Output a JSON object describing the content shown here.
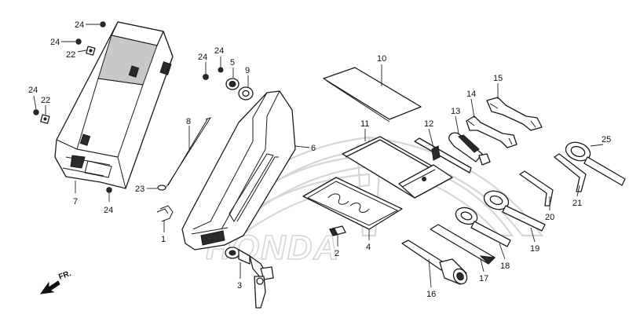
{
  "watermark": {
    "text": "HONDA"
  },
  "direction": {
    "label": "FR."
  },
  "callouts": [
    {
      "id": "c24a",
      "label": "24"
    },
    {
      "id": "c24b",
      "label": "24"
    },
    {
      "id": "c22a",
      "label": "22"
    },
    {
      "id": "c24c",
      "label": "24"
    },
    {
      "id": "c22b",
      "label": "22"
    },
    {
      "id": "c7",
      "label": "7"
    },
    {
      "id": "c24d",
      "label": "24"
    },
    {
      "id": "c24e",
      "label": "24"
    },
    {
      "id": "c24f",
      "label": "24"
    },
    {
      "id": "c5",
      "label": "5"
    },
    {
      "id": "c9",
      "label": "9"
    },
    {
      "id": "c8",
      "label": "8"
    },
    {
      "id": "c23",
      "label": "23"
    },
    {
      "id": "c1",
      "label": "1"
    },
    {
      "id": "c6",
      "label": "6"
    },
    {
      "id": "c3",
      "label": "3"
    },
    {
      "id": "c2",
      "label": "2"
    },
    {
      "id": "c4",
      "label": "4"
    },
    {
      "id": "c10",
      "label": "10"
    },
    {
      "id": "c11",
      "label": "11"
    },
    {
      "id": "c12",
      "label": "12"
    },
    {
      "id": "c13",
      "label": "13"
    },
    {
      "id": "c14",
      "label": "14"
    },
    {
      "id": "c15",
      "label": "15"
    },
    {
      "id": "c25",
      "label": "25"
    },
    {
      "id": "c20",
      "label": "20"
    },
    {
      "id": "c21",
      "label": "21"
    },
    {
      "id": "c19",
      "label": "19"
    },
    {
      "id": "c18",
      "label": "18"
    },
    {
      "id": "c17",
      "label": "17"
    },
    {
      "id": "c16",
      "label": "16"
    }
  ]
}
